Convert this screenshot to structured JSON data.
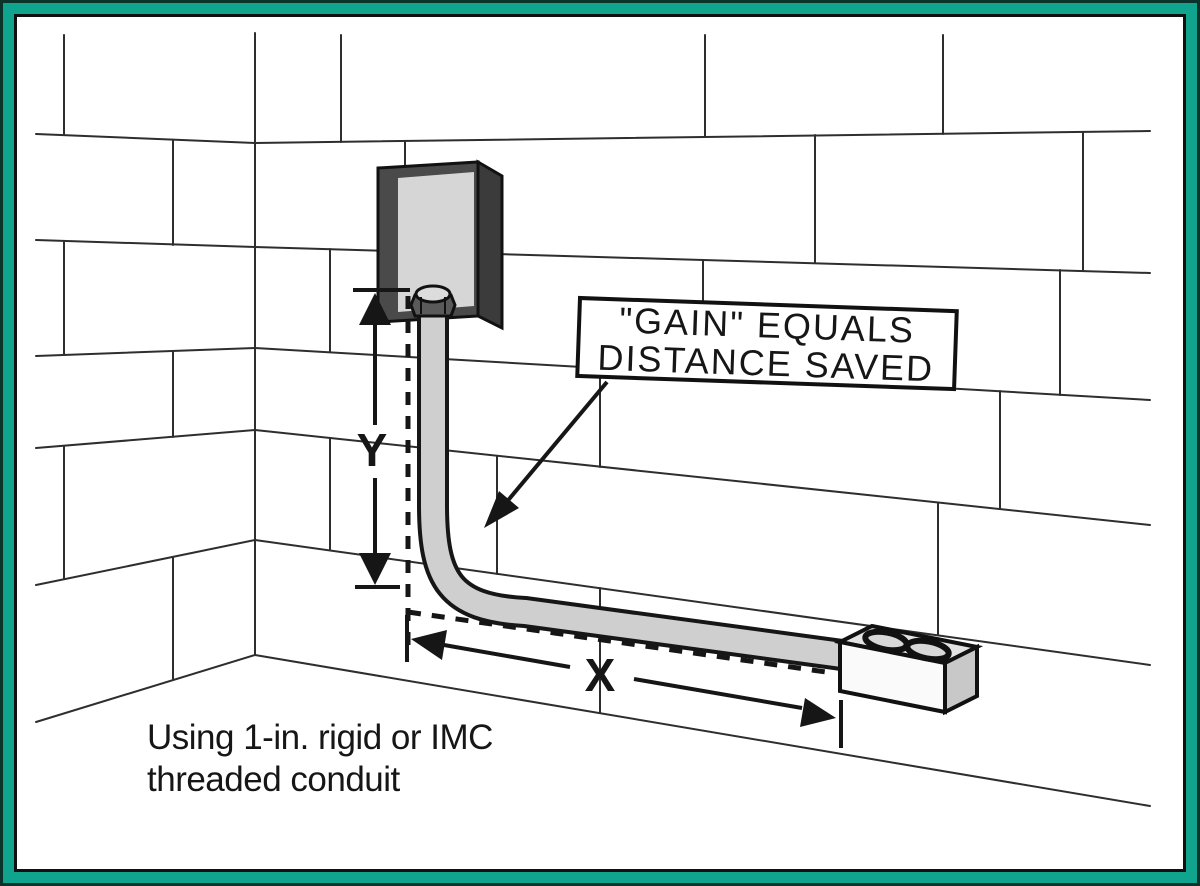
{
  "figure": {
    "callout": {
      "line1": "\"GAIN\" EQUALS",
      "line2": "DISTANCE SAVED"
    },
    "dimension_labels": {
      "vertical": "Y",
      "horizontal": "X"
    },
    "caption": {
      "line1": "Using 1-in. rigid or IMC",
      "line2": "threaded conduit"
    },
    "colors": {
      "frame_edge": "#0a332c",
      "frame_teal": "#10a48e",
      "frame_inner_line": "#101010",
      "paper": "#ffffff",
      "conduit_fill": "#cfcfcf",
      "box_side": "#3b3b3b",
      "box_frame": "#4a4a4a",
      "box_face": "#d6d6d6",
      "nut_body": "#5a5a5a",
      "nut_top": "#dcdcdc",
      "block_top": "#e3e3e3",
      "block_front": "#fafafa",
      "block_side": "#c8c8c8",
      "hole_fill": "#d8d8d8"
    }
  }
}
